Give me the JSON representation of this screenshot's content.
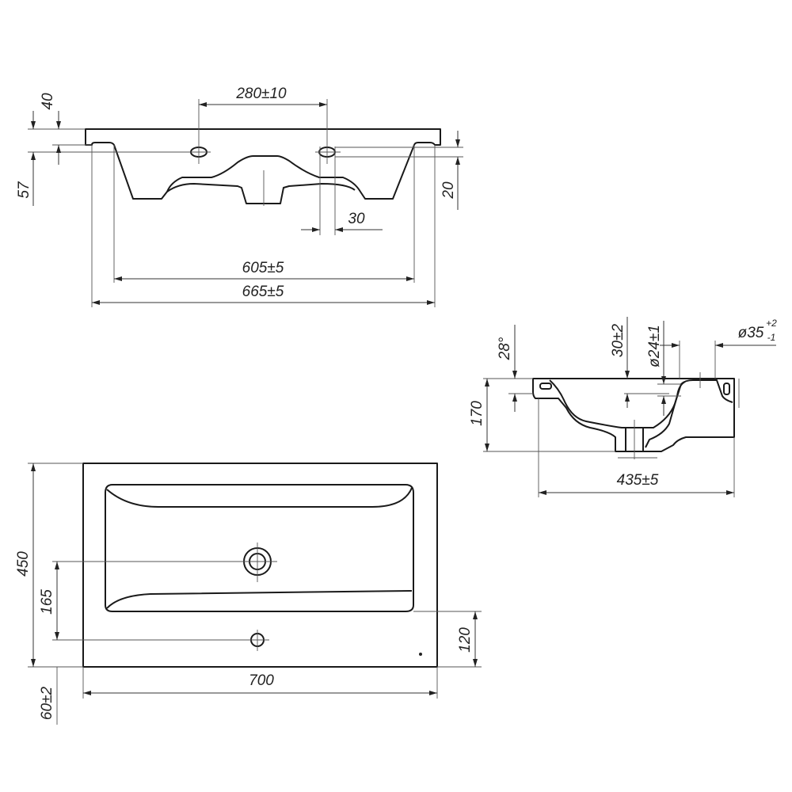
{
  "title": "Washbasin technical drawing",
  "front_view": {
    "dims": {
      "tap_hole_spacing": "280±10",
      "tap_hole_offset": "30",
      "inner_width": "605±5",
      "outer_width": "665±5",
      "rim_thickness": "40",
      "hole_height": "57",
      "hole_depth": "20"
    }
  },
  "section_view": {
    "dims": {
      "angle": "28°",
      "height": "170",
      "drain_depth": "30±2",
      "overflow_dia": "ø24±1",
      "drain_dia": "ø35",
      "drain_dia_tol_upper": "+2",
      "drain_dia_tol_lower": "-1",
      "depth": "435±5"
    }
  },
  "top_view": {
    "dims": {
      "depth": "450",
      "drain_offset": "165",
      "basin_front": "120",
      "width": "700",
      "overflow_offset": "60±2"
    }
  },
  "colors": {
    "line": "#1a1a1a",
    "background": "#ffffff"
  }
}
